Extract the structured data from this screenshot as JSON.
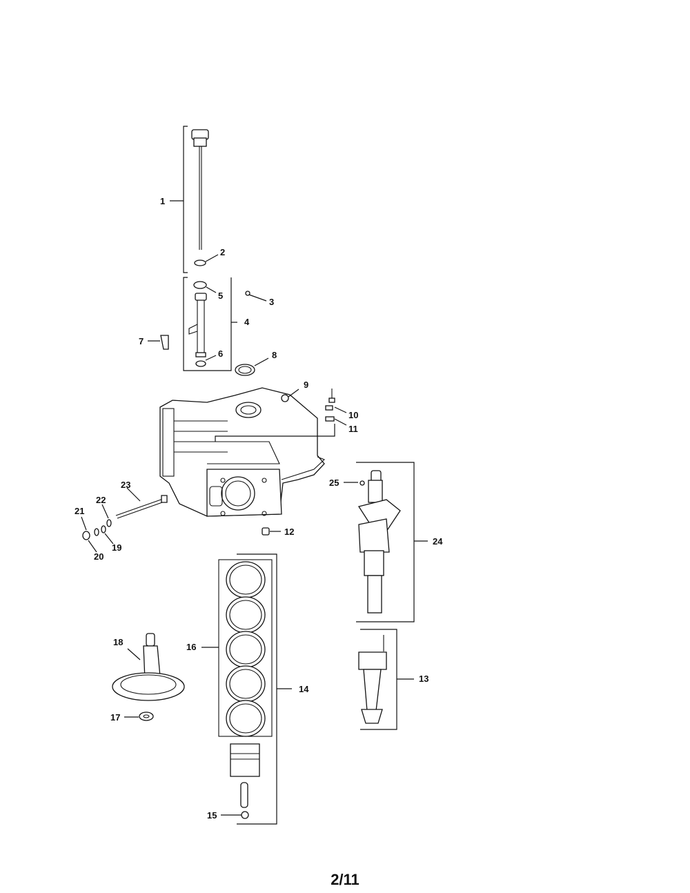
{
  "page_number": "2/11",
  "callouts": [
    "1",
    "2",
    "3",
    "4",
    "5",
    "6",
    "7",
    "8",
    "9",
    "10",
    "11",
    "12",
    "13",
    "14",
    "15",
    "16",
    "17",
    "18",
    "19",
    "20",
    "21",
    "22",
    "23",
    "24",
    "25"
  ]
}
